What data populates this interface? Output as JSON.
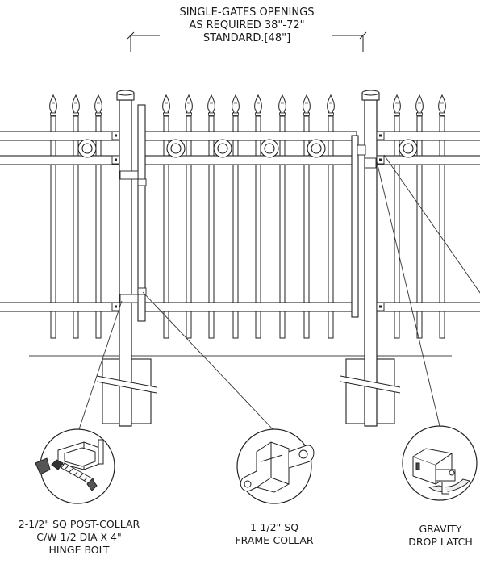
{
  "title": {
    "line1": "SINGLE-GATES OPENINGS",
    "line2": "AS REQUIRED 38\"-72\"",
    "line3": "STANDARD.[48\"]"
  },
  "callouts": {
    "post_collar": {
      "line1": "2-1/2\" SQ POST-COLLAR",
      "line2": "C/W 1/2 DIA X 4\"",
      "line3": "HINGE BOLT"
    },
    "frame_collar": {
      "line1": "1-1/2\" SQ",
      "line2": "FRAME-COLLAR"
    },
    "latch": {
      "line1": "GRAVITY",
      "line2": "DROP LATCH"
    }
  },
  "colors": {
    "line": "#222222",
    "background": "#ffffff",
    "gray": "#555555"
  }
}
